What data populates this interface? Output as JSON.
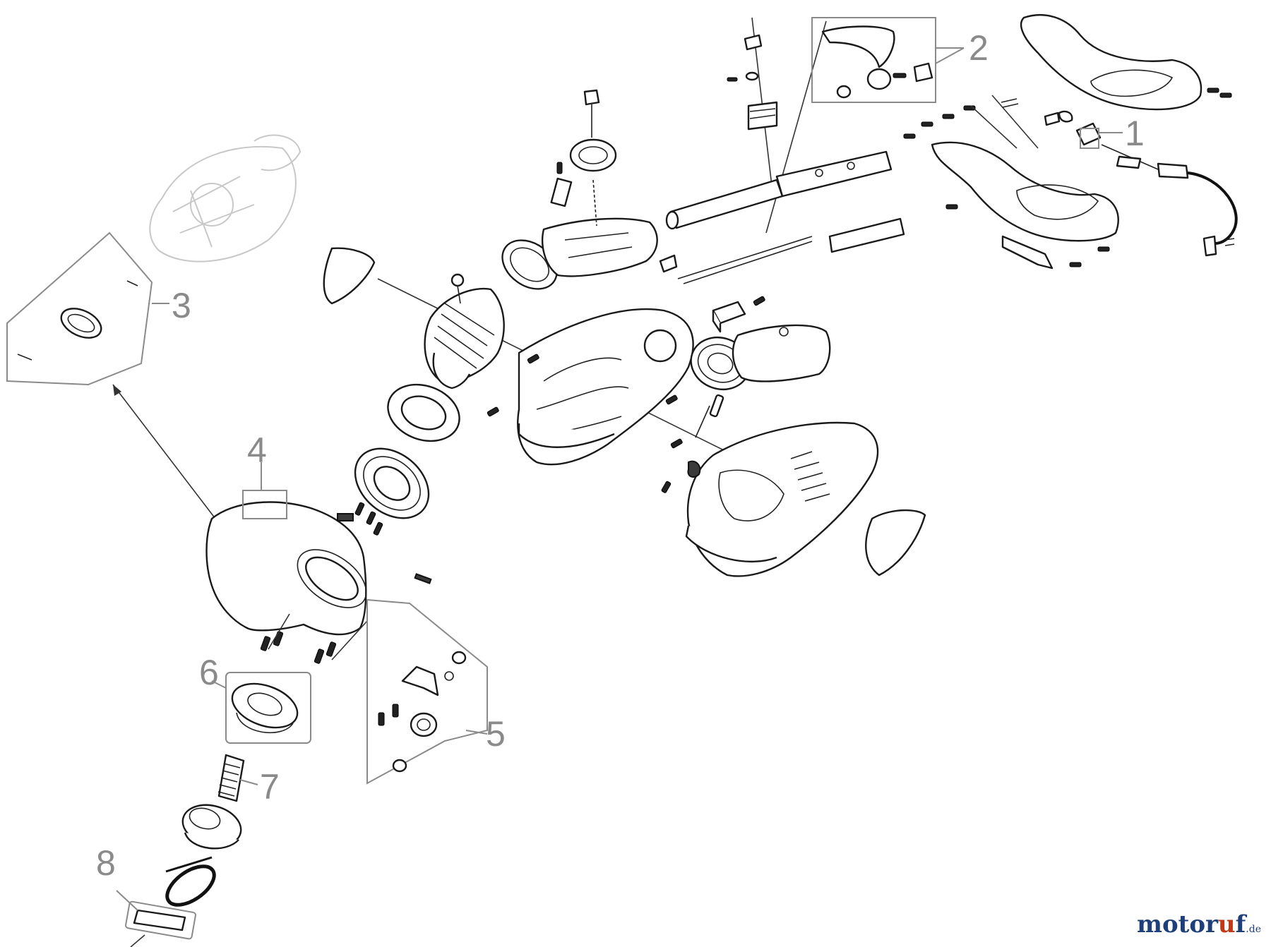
{
  "diagram": {
    "callouts": [
      {
        "id": "1",
        "label": "1"
      },
      {
        "id": "2",
        "label": "2"
      },
      {
        "id": "3",
        "label": "3"
      },
      {
        "id": "4",
        "label": "4"
      },
      {
        "id": "5",
        "label": "5"
      },
      {
        "id": "6",
        "label": "6"
      },
      {
        "id": "7",
        "label": "7"
      },
      {
        "id": "8",
        "label": "8"
      }
    ]
  },
  "watermark": {
    "main": "motor",
    "accent": "u",
    "end": "f",
    "tld": ".de"
  }
}
